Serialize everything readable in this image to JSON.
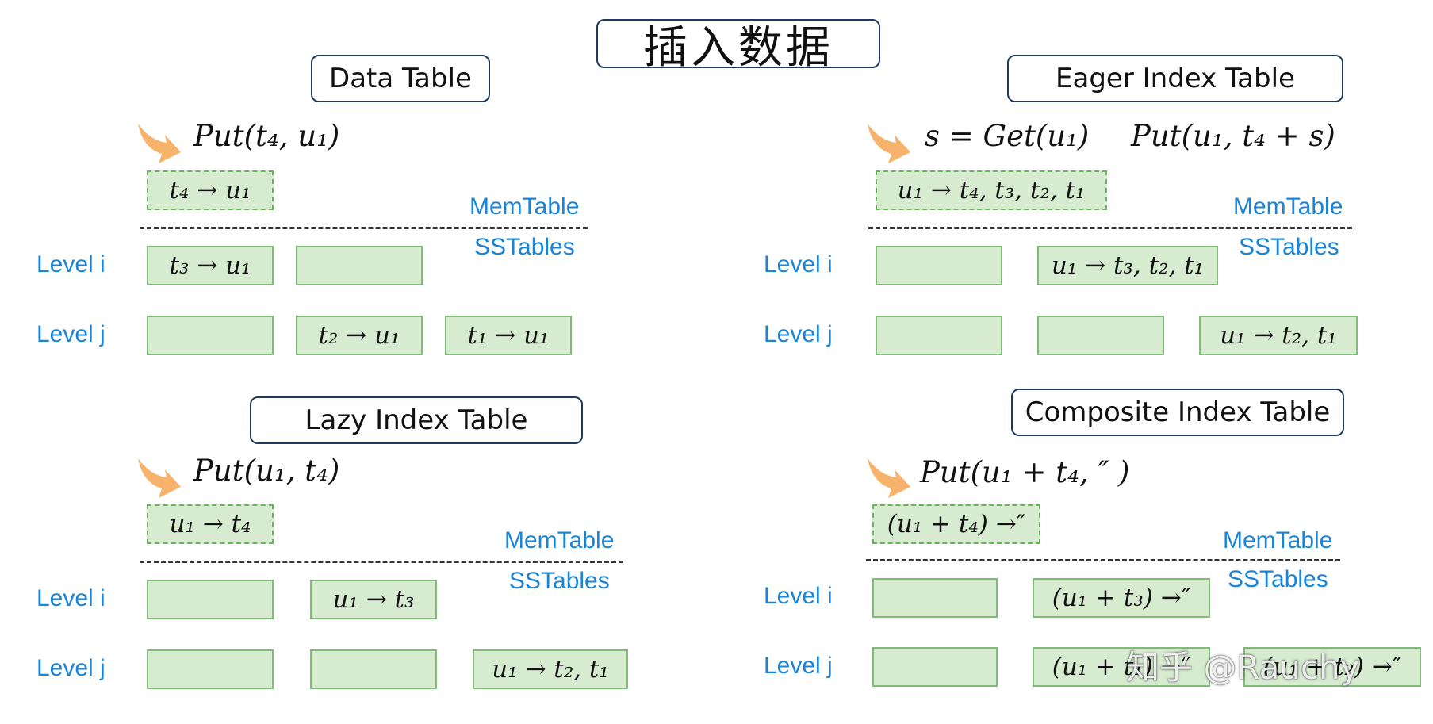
{
  "main_title": "插入数据",
  "sections": {
    "data": {
      "title": "Data Table",
      "op": "Put(t₄, u₁)",
      "mem": "t₄ → u₁",
      "level_i": [
        "t₃ → u₁",
        ""
      ],
      "level_j": [
        "",
        "t₂ → u₁",
        "t₁ → u₁"
      ]
    },
    "eager": {
      "title": "Eager Index Table",
      "op1": "s = Get(u₁)",
      "op2": "Put(u₁, t₄ + s)",
      "mem": "u₁ → t₄, t₃, t₂, t₁",
      "level_i": [
        "",
        "u₁ → t₃, t₂, t₁"
      ],
      "level_j": [
        "",
        "",
        "u₁ → t₂, t₁"
      ]
    },
    "lazy": {
      "title": "Lazy Index Table",
      "op": "Put(u₁, t₄)",
      "mem": "u₁ → t₄",
      "level_i": [
        "",
        "u₁ → t₃"
      ],
      "level_j": [
        "",
        "",
        "u₁ → t₂, t₁"
      ]
    },
    "composite": {
      "title": "Composite Index Table",
      "op": "Put(u₁ + t₄, ″ )",
      "mem": "(u₁ + t₄) →″",
      "level_i": [
        "",
        "(u₁ + t₃) →″"
      ],
      "level_j": [
        "",
        "(u₁ + t₁) →″",
        "(u₁ + t₂) →″"
      ]
    }
  },
  "labels": {
    "memtable": "MemTable",
    "sstables": "SSTables",
    "level_i": "Level i",
    "level_j": "Level j"
  },
  "watermark": "知乎 @Rauchy",
  "colors": {
    "cell_fill": "#d7ebd1",
    "cell_border": "#7fbc77",
    "label_blue": "#1a84d6",
    "arrow_orange": "#f7b26b",
    "box_border": "#1f3a5f"
  },
  "icons": [
    "curved-arrow-icon"
  ]
}
